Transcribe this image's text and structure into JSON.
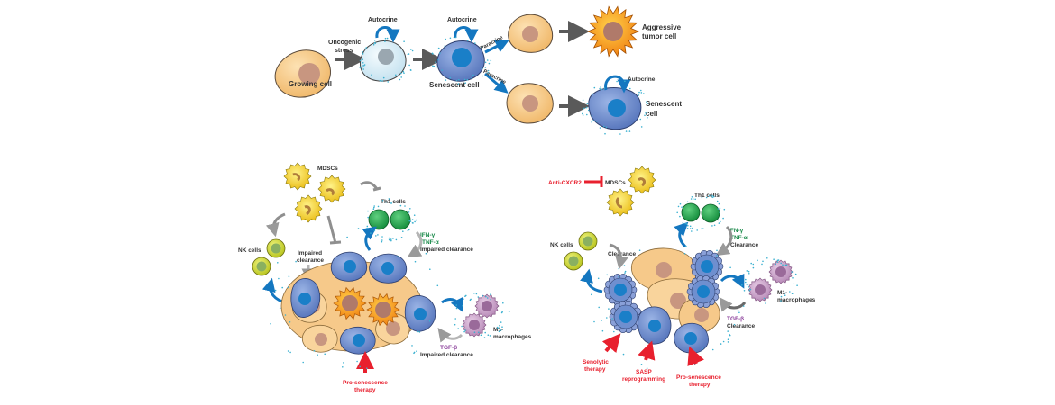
{
  "colors": {
    "growing_cell": "#f6c98a",
    "growing_nucleus": "#c89680",
    "stressed_cell": "#dbeef6",
    "senescent_cell": "#6f8fcf",
    "senescent_nucleus": "#1a7fc8",
    "tumor_cell": "#f79a16",
    "mdsc": "#f3d21e",
    "th1": "#1f9e4a",
    "nk": "#c7d32a",
    "macrophage": "#c9a0c8",
    "blue_arrow": "#1477c0",
    "gray_arrow": "#8f8f8f",
    "red": "#e8202e",
    "sasp_dots": "#3ab0d0"
  },
  "top_panel": {
    "growing_cell_label": "Growing cell",
    "oncogenic_stress_line1": "Oncogenic",
    "oncogenic_stress_line2": "stress",
    "autocrine_1": "Autocrine",
    "autocrine_2": "Autocrine",
    "senescent_cell_label": "Senescent cell",
    "paracrine_upper": "Paracrine",
    "paracrine_lower": "Paracrine",
    "aggressive_line1": "Aggressive",
    "aggressive_line2": "tumor cell",
    "autocrine_3": "Autocrine",
    "senescent_right_line1": "Senescent",
    "senescent_right_line2": "cell"
  },
  "left_panel": {
    "mdscs": "MDSCs",
    "th1_cells": "Th1 cells",
    "ifn": "IFN-γ",
    "tnf": "TNF-α",
    "impaired_clearance_th1": "Impaired clearance",
    "nk_cells": "NK cells",
    "impaired_nk_line1": "Impaired",
    "impaired_nk_line2": "clearance",
    "m1_line1": "M1-",
    "m1_line2": "macrophages",
    "tgf": "TGF-β",
    "impaired_clearance_mac": "Impaired clearance",
    "therapy_line1": "Pro-senescence",
    "therapy_line2": "therapy"
  },
  "right_panel": {
    "anti_cxcr2": "Anti-CXCR2",
    "mdscs": "MDSCs",
    "th1_cells": "Th1 cells",
    "ifn": "IFN-γ",
    "tnf": "TNF-α",
    "clearance_th1": "Clearance",
    "nk_cells": "NK cells",
    "clearance_nk": "Clearance",
    "m1_line1": "M1-",
    "m1_line2": "macrophages",
    "tgf": "TGF-β",
    "clearance_mac": "Clearance",
    "senolytic_line1": "Senolytic",
    "senolytic_line2": "therapy",
    "sasp_line1": "SASP",
    "sasp_line2": "reprogramming",
    "prosen_line1": "Pro-senescence",
    "prosen_line2": "therapy"
  }
}
